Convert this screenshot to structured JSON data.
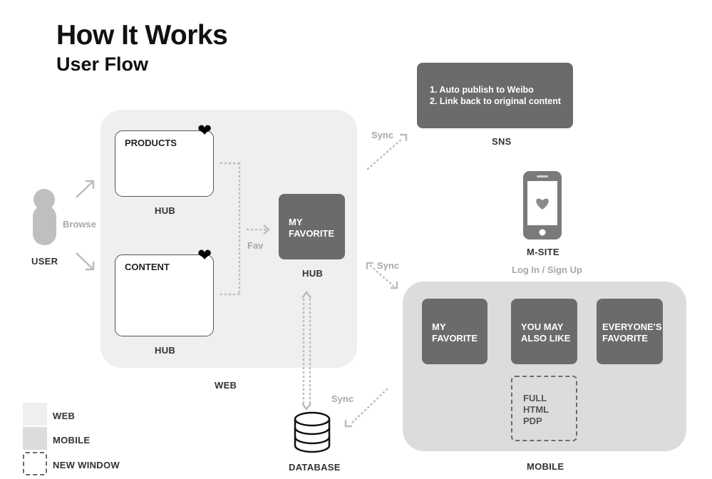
{
  "header": {
    "title": "How It Works",
    "subtitle": "User Flow"
  },
  "colors": {
    "web_region": "#efefef",
    "mobile_region": "#dcdcdc",
    "dark_box": "#6b6b6b",
    "connector": "#bdbdbd"
  },
  "user": {
    "label": "USER",
    "action": "Browse"
  },
  "web": {
    "label": "WEB",
    "products_card": {
      "title": "PRODUCTS",
      "hub_label": "HUB"
    },
    "content_card": {
      "title": "CONTENT",
      "hub_label": "HUB"
    },
    "fav_label": "Fav",
    "my_favorite": {
      "line1": "MY",
      "line2": "FAVORITE",
      "hub_label": "HUB"
    }
  },
  "sns": {
    "label": "SNS",
    "line1": "1. Auto publish to Weibo",
    "line2": "2. Link back to original content",
    "sync_label": "Sync"
  },
  "msite": {
    "label": "M-SITE",
    "sublabel": "Log In / Sign Up",
    "sync_label": "Sync"
  },
  "mobile": {
    "label": "MOBILE",
    "my_favorite": {
      "line1": "MY",
      "line2": "FAVORITE"
    },
    "you_may_also_like": {
      "line1": "YOU MAY",
      "line2": "ALSO LIKE"
    },
    "everyones_favorite": {
      "line1": "EVERYONE'S",
      "line2": "FAVORITE"
    },
    "full_pdp": {
      "line1": "FULL",
      "line2": "HTML",
      "line3": "PDP"
    }
  },
  "database": {
    "label": "DATABASE",
    "sync_label": "Sync"
  },
  "legend": {
    "web": "WEB",
    "mobile": "MOBILE",
    "new_window": "NEW WINDOW"
  }
}
